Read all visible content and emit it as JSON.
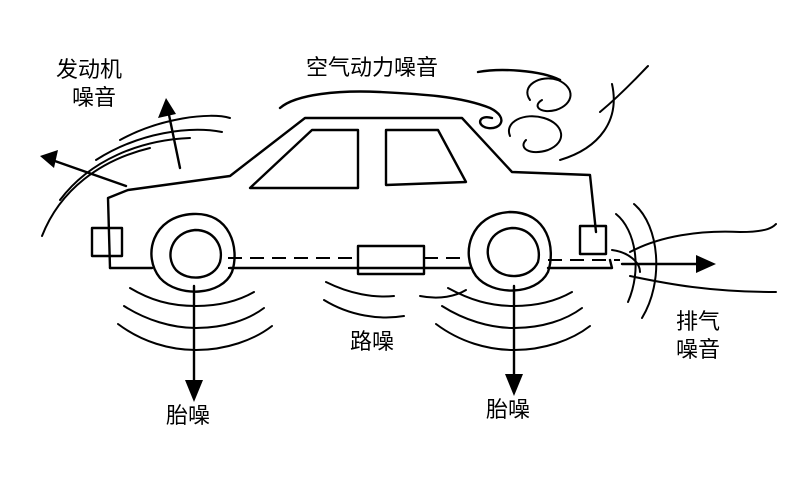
{
  "labels": {
    "engine_line1": "发动机",
    "engine_line2": "噪音",
    "aero": "空气动力噪音",
    "road": "路噪",
    "tire_left": "胎噪",
    "tire_right": "胎噪",
    "exhaust_line1": "排气",
    "exhaust_line2": "噪音"
  }
}
